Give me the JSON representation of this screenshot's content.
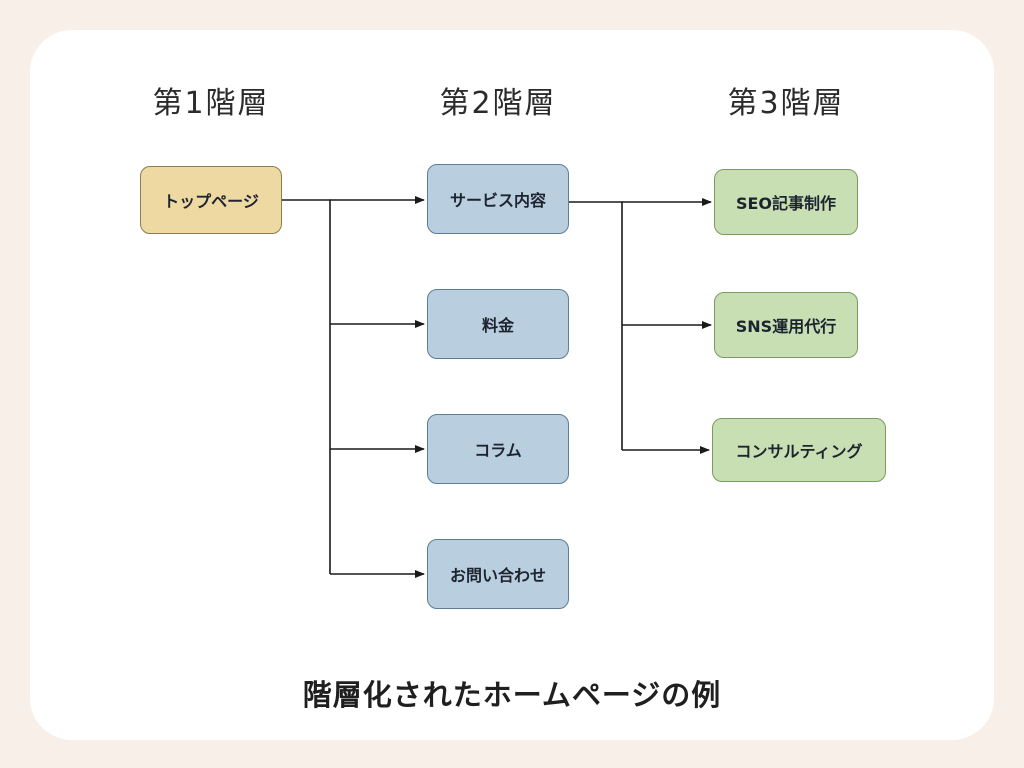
{
  "headers": [
    {
      "label": "第1階層"
    },
    {
      "label": "第2階層"
    },
    {
      "label": "第3階層"
    }
  ],
  "nodes": {
    "top": {
      "label": "トップページ"
    },
    "level2": [
      {
        "label": "サービス内容"
      },
      {
        "label": "料金"
      },
      {
        "label": "コラム"
      },
      {
        "label": "お問い合わせ"
      }
    ],
    "level3": [
      {
        "label": "SEO記事制作"
      },
      {
        "label": "SNS運用代行"
      },
      {
        "label": "コンサルティング"
      }
    ]
  },
  "caption": "階層化されたホームページの例",
  "colors": {
    "page_background": "#f8efe8",
    "card_background": "#ffffff",
    "level1_fill": "#eed9a3",
    "level1_border": "#8a7c55",
    "level2_fill": "#b9cedf",
    "level2_border": "#5e7d96",
    "level3_fill": "#c8dfb3",
    "level3_border": "#7c9a62",
    "connector": "#1a1a1a",
    "text": "#1d2430"
  }
}
